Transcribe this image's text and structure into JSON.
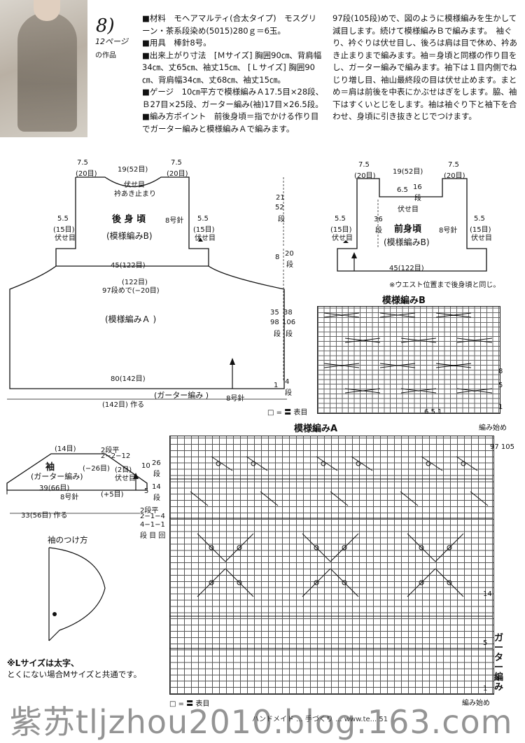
{
  "header": {
    "number": "8)",
    "ref_line1": "12ページ",
    "ref_line2": "の作品"
  },
  "col1": {
    "materials": "■材料　モヘアマルティ(合太タイプ)　モスグリーン・茶系段染め(5015)280ｇ＝6玉。",
    "tools": "■用具　棒針8号。",
    "size": "■出来上がり寸法　[Ｍサイズ] 胸囲90㎝、背肩幅34㎝、丈65㎝、袖丈15㎝、 [Ｌサイズ] 胸囲90㎝、背肩幅34㎝、丈68㎝、袖丈15㎝。",
    "gauge": "■ゲージ　10㎝平方で模様編みＡ17.5目×28段、Ｂ27目×25段、ガーター編み(袖)17目×26.5段。",
    "points": "■編み方ポイント　前後身頃＝指でかける作り目でガーター編みと模様編みＡで編みます。"
  },
  "col2": {
    "text": "97段(105段)めで、図のように模様編みを生かして減目します。続けて模様編みＢで編みます。　袖ぐり、衿ぐりは伏せ目し、後ろは肩は目で休め、衿あき止まりまで編みます。袖＝身頃と同様の作り目をし、ガーター編みで編みます。袖下は１目内側でねじり増し目、袖山最終段の目は伏せ止めます。まとめ＝肩は前後を中表にかぶせはぎをします。脇、袖下はすくいとじをします。袖は袖ぐり下と袖下を合わせ、身頃に引き抜きとじでつけます。"
  },
  "back": {
    "top_left": "7.5",
    "top_left2": "(20目)",
    "top_mid": "19(52目)",
    "top_right": "7.5",
    "top_right2": "(20目)",
    "bind": "伏せ目",
    "neck": "衿あき止まり",
    "title": "後 身 頃",
    "needle": "8号針",
    "pattern_b": "(模様編みB)",
    "arm_l": "5.5",
    "arm_l2": "(15目)",
    "arm_l3": "伏せ目",
    "arm_r": "5.5",
    "arm_r2": "(15目)",
    "arm_r3": "伏せ目",
    "waist": "45(122目)",
    "waist2": "(122目)",
    "decrease": "97段めで(−20目)",
    "pattern_a": "(模様編みＡ )",
    "bottom": "80(142目)",
    "garter": "(ガーター編み )",
    "needle2": "8号針",
    "cast": "(142目) 作る",
    "h1": "21",
    "h1b": "52",
    "h1c": "段",
    "h2": "8",
    "h2b": "20",
    "h2c": "段",
    "h3": "35",
    "h3b": "38",
    "h3c": "98",
    "h3d": "106",
    "h3e": "段",
    "h3f": "段",
    "h4": "1",
    "h4b": "4",
    "h4c": "段"
  },
  "front": {
    "top_left": "7.5",
    "top_left2": "(20目)",
    "top_mid": "19(52目)",
    "top_right": "7.5",
    "top_right2": "(20目)",
    "neck_h": "6.5",
    "neck_h2": "16",
    "neck_h3": "段",
    "bind": "伏せ目",
    "title": "前身頃",
    "needle": "8号針",
    "pattern_b": "(模様編みB)",
    "arm_l": "5.5",
    "arm_l2": "(15目)",
    "arm_l3": "伏せ目",
    "arm_r": "5.5",
    "arm_r2": "(15目)",
    "arm_r3": "伏せ目",
    "rows": "36",
    "rows2": "段",
    "waist": "45(122目)",
    "note": "※ウエスト位置まで後身頃と同じ。"
  },
  "pattern_b": {
    "title": "模様編みB",
    "legend": "□ = 〓 表目",
    "start": "編み始め",
    "nums": [
      "8",
      "5",
      "1"
    ],
    "bottom_nums": "6 5    1"
  },
  "pattern_a": {
    "title": "模様編みA",
    "row_top": "97 105",
    "legend": "□ = 〓 表目",
    "start": "編み始め",
    "nums": [
      "14",
      "5",
      "1"
    ],
    "garter": "ガーター編み"
  },
  "sleeve": {
    "top": "(14目)",
    "dec1": "2段平",
    "dec2": "2−2−12",
    "title": "袖",
    "dec3": "(−26目)",
    "garter": "(ガーター編み)",
    "two": "(2目)",
    "two2": "伏せ目",
    "width": "39(66目)",
    "needle": "8号針",
    "inc": "(+5目)",
    "cast": "33(56目) 作る",
    "h1": "10",
    "h1b": "26",
    "h1c": "段",
    "h2": "5",
    "h2b": "14",
    "h2c": "段",
    "inc2": "2段平",
    "inc3": "2−1−4",
    "inc4": "4−1−1",
    "inc5": "段 目 回"
  },
  "attach": {
    "title": "袖のつけ方"
  },
  "note": {
    "line1": "※Lサイズは太字、",
    "line2": "とくにない場合Mサイズと共通です。"
  },
  "watermark": "紫苏tljzhou2010.blog.163.com",
  "footer": "ハンドメイド ... 手づくり ... www.te... 51"
}
